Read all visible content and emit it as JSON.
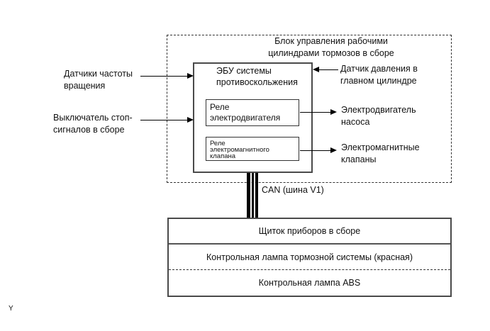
{
  "page_marker": "Y",
  "colors": {
    "background": "#ffffff",
    "line": "#000000",
    "box_border": "#4a4a4a"
  },
  "outer_unit": {
    "title": [
      "Блок управления рабочими",
      "цилиндрами тормозов в сборе"
    ]
  },
  "ecu": {
    "title": [
      "ЭБУ системы",
      "противоскольжения"
    ],
    "motor_relay": [
      "Реле",
      "электродвигателя"
    ],
    "solenoid_relay": [
      "Реле",
      "электромагнитного",
      "клапана"
    ]
  },
  "inputs": {
    "speed_sensors": [
      "Датчики частоты",
      "вращения"
    ],
    "stop_light_switch": [
      "Выключатель стоп-",
      "сигналов в сборе"
    ],
    "master_cylinder_pressure_sensor": [
      "Датчик давления в",
      "главном цилиндре"
    ]
  },
  "outputs": {
    "pump_motor": [
      "Электродвигатель",
      "насоса"
    ],
    "solenoid_valves": [
      "Электромагнитные",
      "клапаны"
    ]
  },
  "can_bus_label": "CAN (шина V1)",
  "combination_meter": {
    "title": "Щиток приборов в сборе",
    "brake_warning_lamp": "Контрольная лампа тормозной системы (красная)",
    "abs_warning_lamp": "Контрольная лампа ABS"
  }
}
